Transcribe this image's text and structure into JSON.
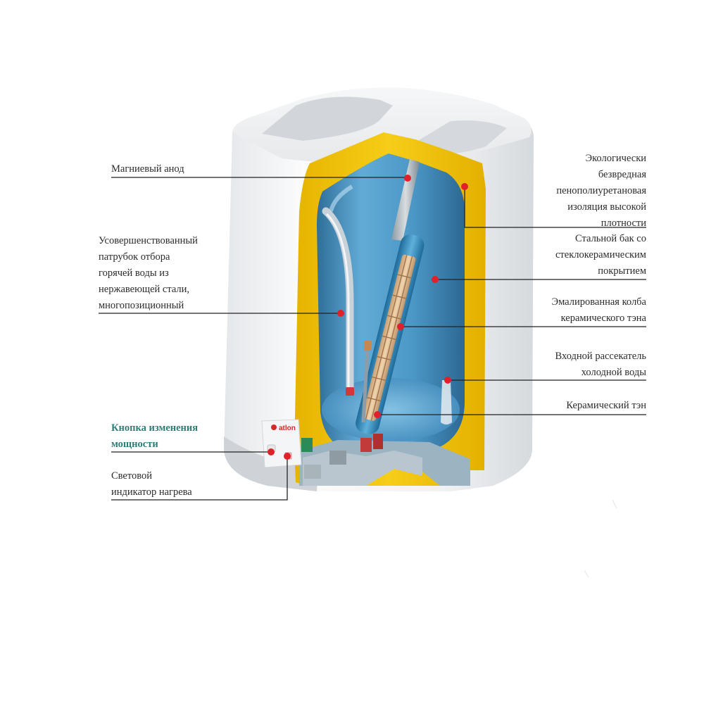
{
  "brand": {
    "logo_text": "atlon",
    "color": "#d42a2a"
  },
  "colors": {
    "insulation": "#f2c40c",
    "tank": "#3f8fc0",
    "leader_line": "#222222",
    "marker": "#e0202a",
    "accent_label": "#2f7d78"
  },
  "labels": {
    "magnesium_anode": [
      "Магниевый анод"
    ],
    "hot_water_pipe": [
      "Усовершенствованный",
      "патрубок отбора",
      "горячей воды из",
      "нержавеющей стали,",
      "многопозиционный"
    ],
    "power_button": [
      "Кнопка изменения",
      "мощности"
    ],
    "heat_indicator": [
      "Световой",
      "индикатор нагрева"
    ],
    "insulation": [
      "Экологически",
      "безвредная",
      "пенополиуретановая",
      "изоляция высокой",
      "плотности"
    ],
    "steel_tank": [
      "Стальной бак со",
      "стеклокерамическим",
      "покрытием"
    ],
    "enamel_flask": [
      "Эмалированная колба",
      "керамического тэна"
    ],
    "cold_water_diffuser": [
      "Входной рассекатель",
      "холодной воды"
    ],
    "ceramic_heater": [
      "Керамический тэн"
    ]
  }
}
